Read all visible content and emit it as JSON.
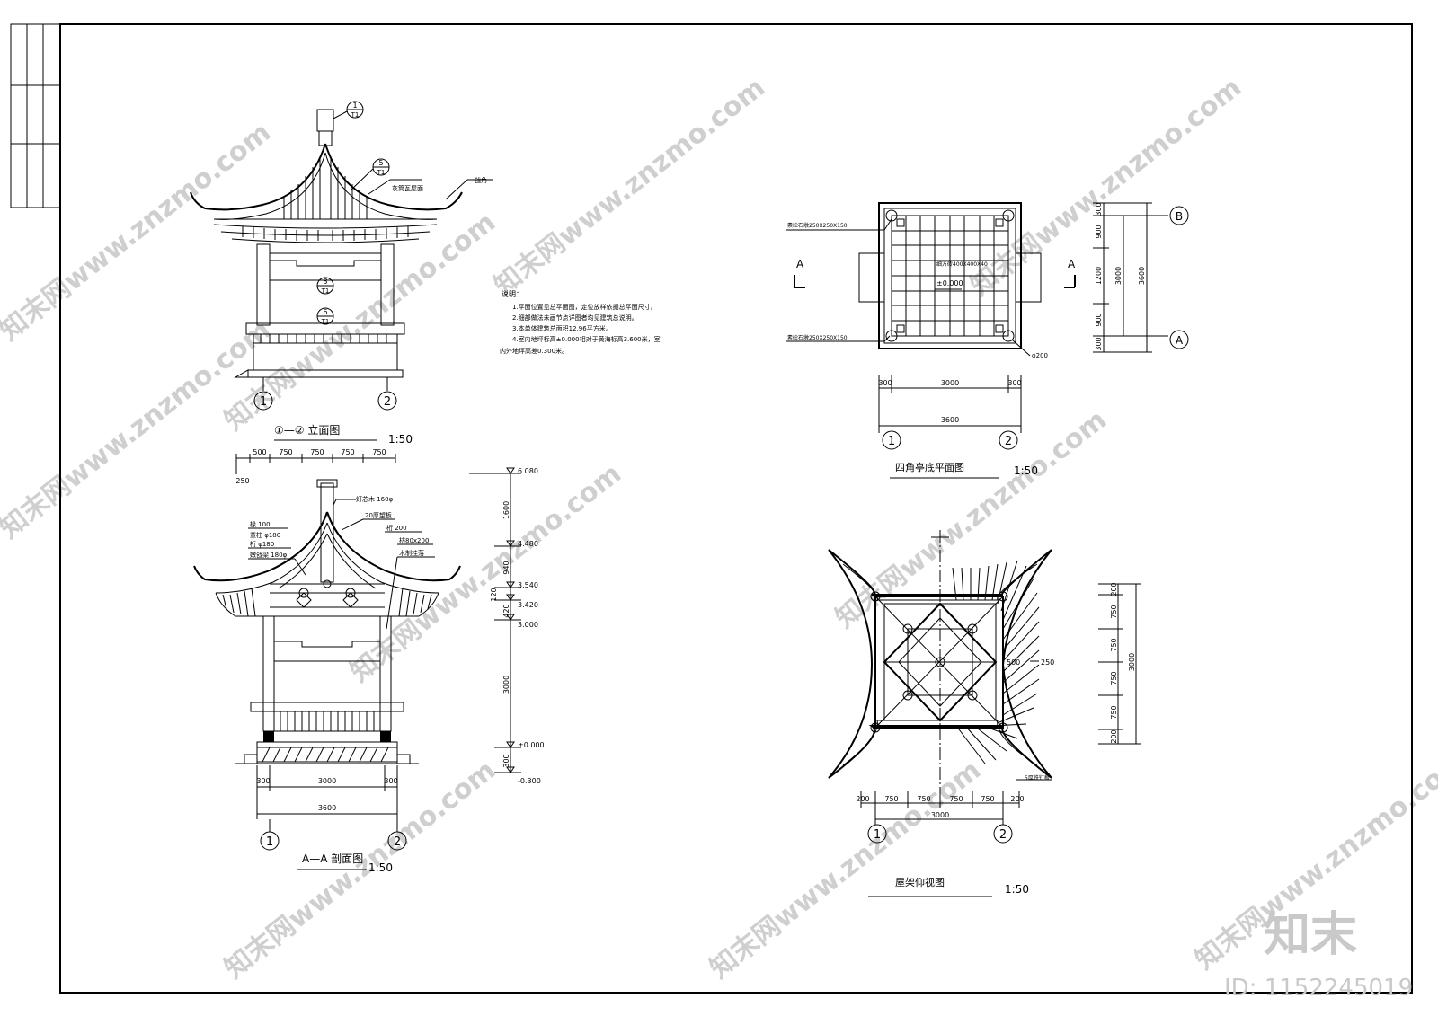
{
  "elevation": {
    "title": "①—② 立面图",
    "scale": "1:50",
    "axis_left": "1",
    "axis_right": "2",
    "callouts": [
      {
        "num": "1",
        "sheet": "T1"
      },
      {
        "num": "5",
        "sheet": "T1"
      },
      {
        "num": "3",
        "sheet": "T1"
      },
      {
        "num": "6",
        "sheet": "T1"
      }
    ],
    "label_roof": "灰筒瓦屋面",
    "label_eave": "戗角"
  },
  "notes": {
    "heading": "说明：",
    "lines": [
      "1.平面位置见总平面图，定位放样依据总平面尺寸。",
      "2.细部做法未画节点详图者均见建筑总说明。",
      "3.本单体建筑总面积12.96平方米。",
      "4.室内地坪标高±0.000相对于黄海标高3.600米，室",
      "内外地坪高差0.300米。"
    ]
  },
  "section": {
    "title": "A—A 剖面图",
    "scale": "1:50",
    "axis_left": "1",
    "axis_right": "2",
    "top_dims": [
      "500",
      "750",
      "750",
      "750",
      "750"
    ],
    "top_dim_side": "250",
    "labels": [
      "灯芯木 160φ",
      "20厚望板",
      "椽 100",
      "童柱  φ180",
      "桁  φ180",
      "嫩戗梁 180φ",
      "桁 200",
      "枋80x200",
      "木制挂落"
    ],
    "elevations": [
      "6.080",
      "4.480",
      "3.540",
      "3.420",
      "3.000",
      "±0.000",
      "-0.300"
    ],
    "height_dims": [
      "1600",
      "940",
      "120",
      "420",
      "3000",
      "300"
    ],
    "bottom_dims": [
      "300",
      "3000",
      "300"
    ],
    "bottom_total": "3600"
  },
  "plan": {
    "title": "四角亭底平面图",
    "scale": "1:50",
    "label_a": "A",
    "label_b": "B",
    "base_label_top": "素砼石墩250X250X150",
    "base_label_bottom": "素砼石墩250X250X150",
    "floor_label": "细方砖400X400X40",
    "level": "±0.000",
    "column_label": "φ200",
    "h_dims": [
      "300",
      "3000",
      "300"
    ],
    "h_total": "3600",
    "v_dims": [
      "300",
      "900",
      "1200",
      "900",
      "300"
    ],
    "v_sub": "3000",
    "v_total": "3600",
    "axis_left": "1",
    "axis_right": "2"
  },
  "roof_plan": {
    "title": "屋架仰视图",
    "scale": "1:50",
    "label_250": "250",
    "label_500": "500",
    "label_rafter": "5厚铁钉板",
    "h_dims": [
      "200",
      "750",
      "750",
      "750",
      "750",
      "200"
    ],
    "h_total": "3000",
    "v_dims": [
      "200",
      "750",
      "750",
      "750",
      "750",
      "200"
    ],
    "v_total": "3000",
    "axis_left": "1",
    "axis_right": "2"
  },
  "watermark": {
    "text": "知末网www.znzmo.com",
    "logo": "知末",
    "id": "ID: 1152245019"
  }
}
